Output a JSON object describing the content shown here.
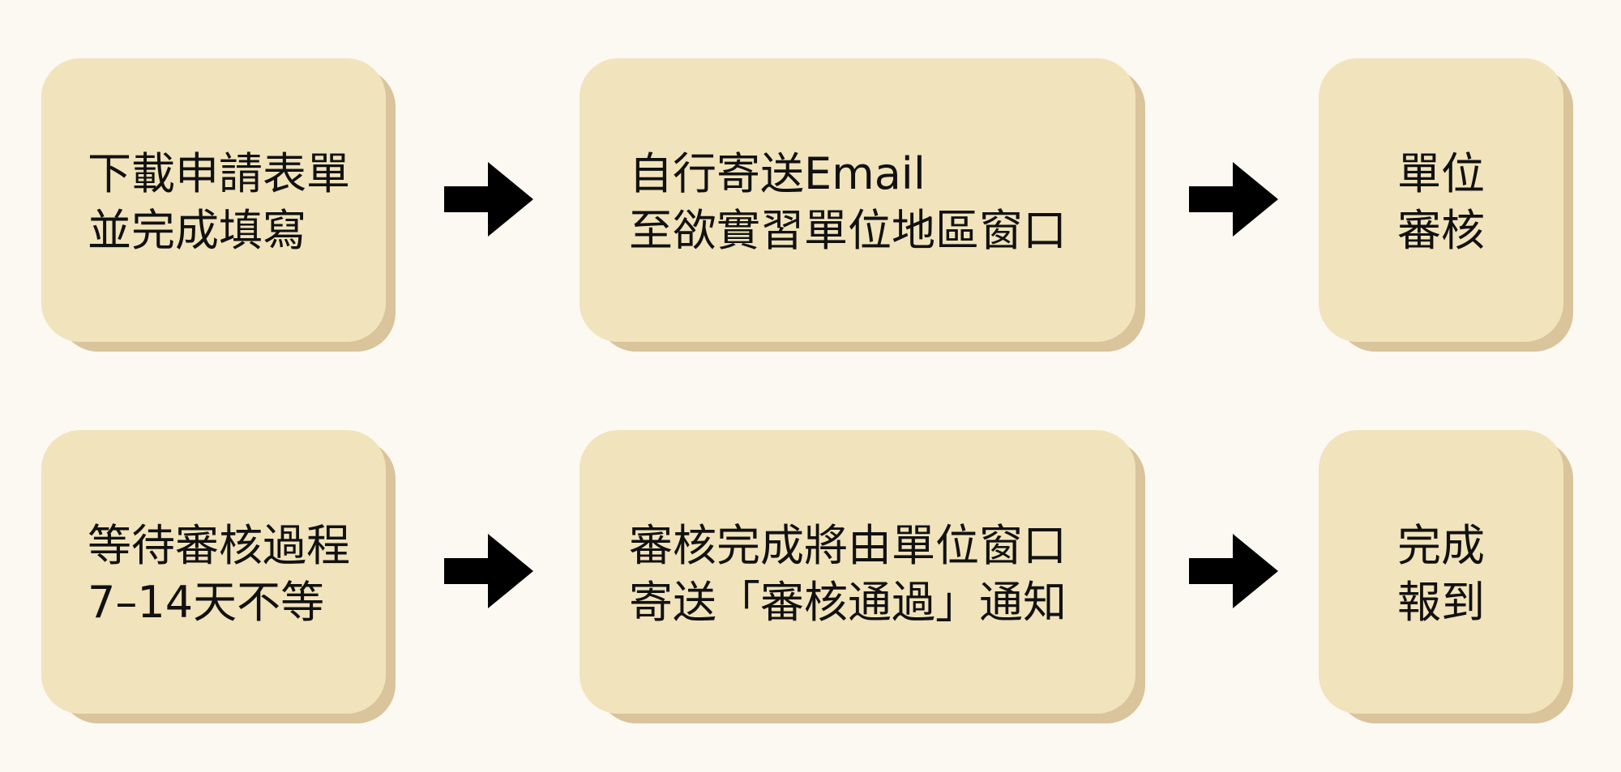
{
  "rows": [
    {
      "steps": [
        {
          "lines": [
            "下載申請表單",
            "並完成填寫"
          ]
        },
        {
          "lines": [
            "自行寄送Email",
            "至欲實習單位地區窗口"
          ]
        },
        {
          "lines": [
            "單位",
            "審核"
          ]
        }
      ]
    },
    {
      "steps": [
        {
          "lines": [
            "等待審核過程",
            "7–14天不等"
          ]
        },
        {
          "lines": [
            "審核完成將由單位窗口",
            "寄送「審核通過」通知"
          ]
        },
        {
          "lines": [
            "完成",
            "報到"
          ]
        }
      ]
    }
  ],
  "colors": {
    "background": "#fcf8f2",
    "box_fill": "#f1e3bb",
    "box_shadow": "#d9c49b",
    "text": "#111111",
    "arrow": "#000000"
  },
  "icons": {
    "connector": "right-arrow-icon"
  }
}
